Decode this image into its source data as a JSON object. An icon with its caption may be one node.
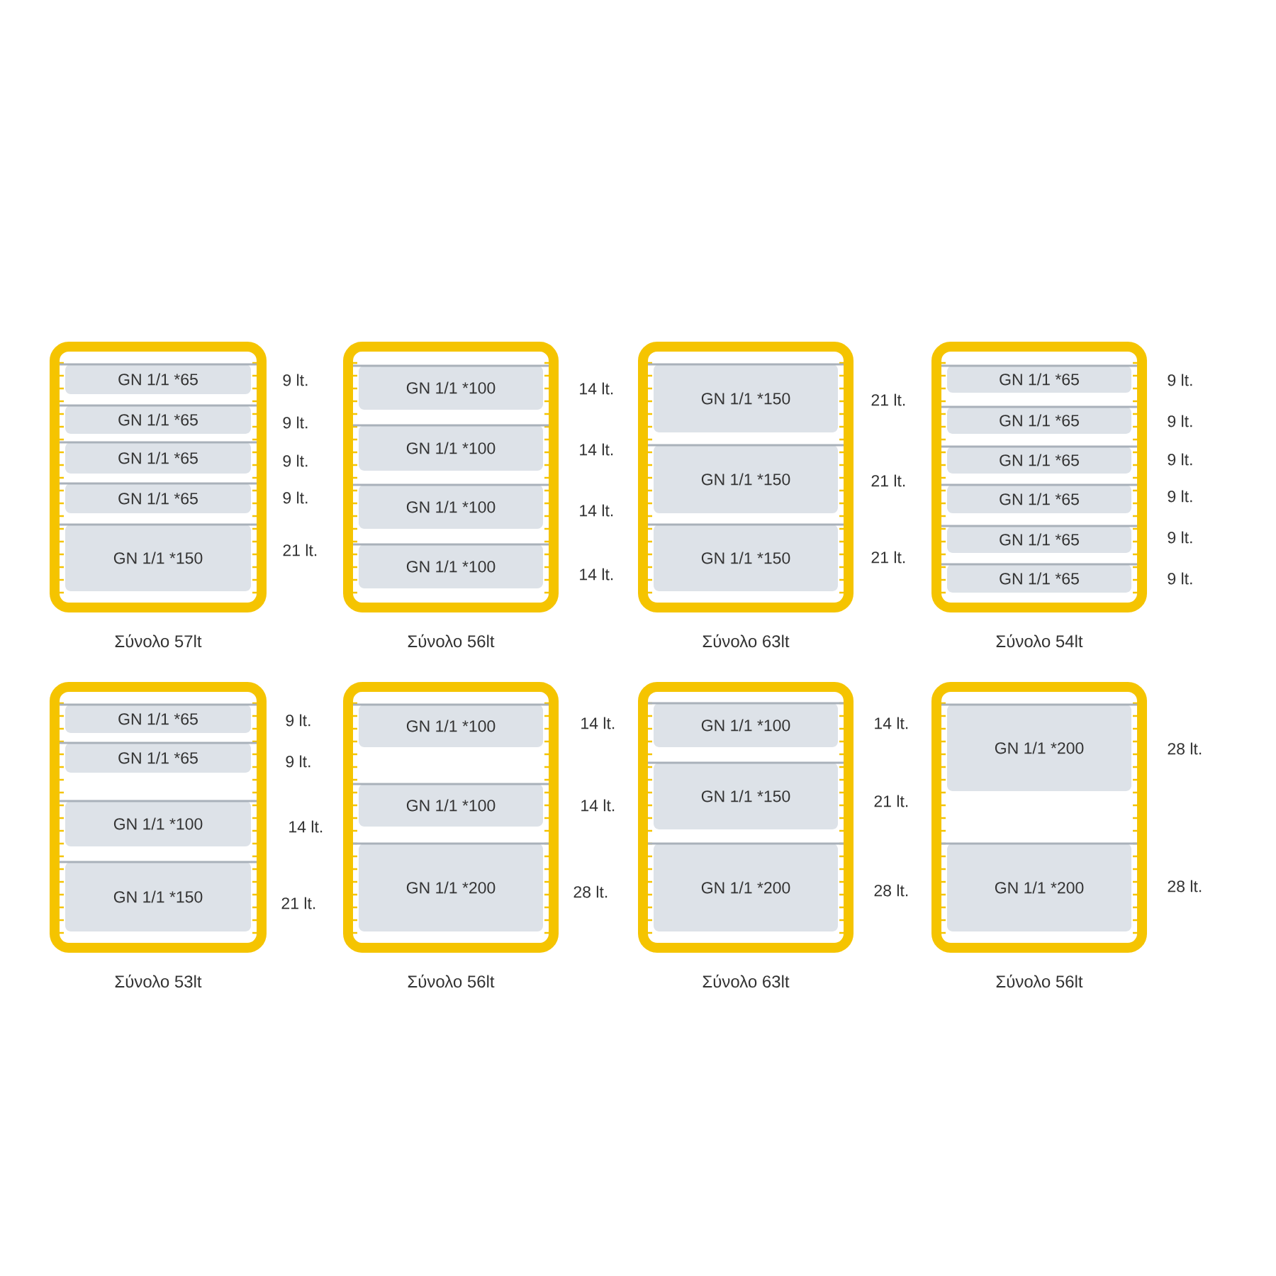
{
  "diagram": {
    "nodes": [
      {
        "text": [],
        "shape": "box",
        "beside": [
          "Σύνολο 57lt"
        ]
      },
      {
        "text": [
          "GN 1/1 *65"
        ],
        "in": 0,
        "beside": [
          "9 lt."
        ]
      },
      {
        "text": [
          "GN 1/1 *65"
        ],
        "in": 0,
        "beside": [
          "9 lt."
        ]
      },
      {
        "text": [
          "GN 1/1 *65"
        ],
        "in": 0,
        "beside": [
          "9 lt."
        ]
      },
      {
        "text": [
          "GN 1/1 *65"
        ],
        "in": 0,
        "beside": [
          "9 lt."
        ]
      },
      {
        "text": [
          "GN 1/1 *150"
        ],
        "in": 0,
        "beside": [
          "21 lt."
        ]
      },
      {
        "text": [],
        "shape": "box",
        "beside": [
          "Σύνολο 56lt"
        ]
      },
      {
        "text": [
          "GN 1/1 *100"
        ],
        "in": 6,
        "beside": [
          "14 lt."
        ]
      },
      {
        "text": [
          "GN 1/1 *100"
        ],
        "in": 6,
        "beside": [
          "14 lt."
        ]
      },
      {
        "text": [
          "GN 1/1 *100"
        ],
        "in": 6,
        "beside": [
          "14 lt."
        ]
      },
      {
        "text": [
          "GN 1/1 *100"
        ],
        "in": 6,
        "beside": [
          "14 lt."
        ]
      },
      {
        "text": [],
        "shape": "box",
        "beside": [
          "Σύνολο 63lt"
        ]
      },
      {
        "text": [
          "GN 1/1 *150"
        ],
        "in": 11,
        "beside": [
          "21 lt."
        ]
      },
      {
        "text": [
          "GN 1/1 *150"
        ],
        "in": 11,
        "beside": [
          "21 lt."
        ]
      },
      {
        "text": [
          "GN 1/1 *150"
        ],
        "in": 11,
        "beside": [
          "21 lt."
        ]
      },
      {
        "text": [],
        "shape": "box",
        "beside": [
          "Σύνολο 54lt"
        ]
      },
      {
        "text": [
          "GN 1/1 *65"
        ],
        "in": 15,
        "beside": [
          "9 lt."
        ]
      },
      {
        "text": [
          "GN 1/1 *65"
        ],
        "in": 15,
        "beside": [
          "9 lt."
        ]
      },
      {
        "text": [
          "GN 1/1 *65"
        ],
        "in": 15,
        "beside": [
          "9 lt."
        ]
      },
      {
        "text": [
          "GN 1/1 *65"
        ],
        "in": 15,
        "beside": [
          "9 lt."
        ]
      },
      {
        "text": [
          "GN 1/1 *65"
        ],
        "in": 15,
        "beside": [
          "9 lt."
        ]
      },
      {
        "text": [
          "GN 1/1 *65"
        ],
        "in": 15,
        "beside": [
          "9 lt."
        ]
      },
      {
        "text": [],
        "shape": "box",
        "beside": [
          "Σύνολο 53lt"
        ]
      },
      {
        "text": [
          "GN 1/1 *65"
        ],
        "in": 22,
        "beside": [
          "9 lt."
        ]
      },
      {
        "text": [
          "GN 1/1 *65"
        ],
        "in": 22,
        "beside": [
          "9 lt."
        ]
      },
      {
        "text": [
          "GN 1/1 *100"
        ],
        "in": 22,
        "beside": [
          "14 lt."
        ]
      },
      {
        "text": [
          "GN 1/1 *150"
        ],
        "in": 22,
        "beside": [
          "21 lt."
        ]
      },
      {
        "text": [],
        "shape": "box",
        "beside": [
          "Σύνολο 56lt"
        ]
      },
      {
        "text": [
          "GN 1/1 *100"
        ],
        "in": 27,
        "beside": [
          "14 lt."
        ]
      },
      {
        "text": [
          "GN 1/1 *100"
        ],
        "in": 27,
        "beside": [
          "14 lt."
        ]
      },
      {
        "text": [
          "GN 1/1 *200"
        ],
        "in": 27,
        "beside": [
          "28 lt."
        ]
      },
      {
        "text": [],
        "shape": "box",
        "beside": [
          "Σύνολο 63lt"
        ]
      },
      {
        "text": [
          "GN 1/1 *100"
        ],
        "in": 31,
        "beside": [
          "14 lt."
        ]
      },
      {
        "text": [
          "GN 1/1 *150"
        ],
        "in": 31,
        "beside": [
          "21 lt."
        ]
      },
      {
        "text": [
          "GN 1/1 *200"
        ],
        "in": 31,
        "beside": [
          "28 lt."
        ]
      },
      {
        "text": [],
        "shape": "box",
        "beside": [
          "Σύνολο 56lt"
        ]
      },
      {
        "text": [
          "GN 1/1 *200"
        ],
        "in": 35,
        "beside": [
          "28 lt."
        ]
      },
      {
        "text": [
          "GN 1/1 *200"
        ],
        "in": 35,
        "beside": [
          "28 lt."
        ]
      }
    ]
  }
}
